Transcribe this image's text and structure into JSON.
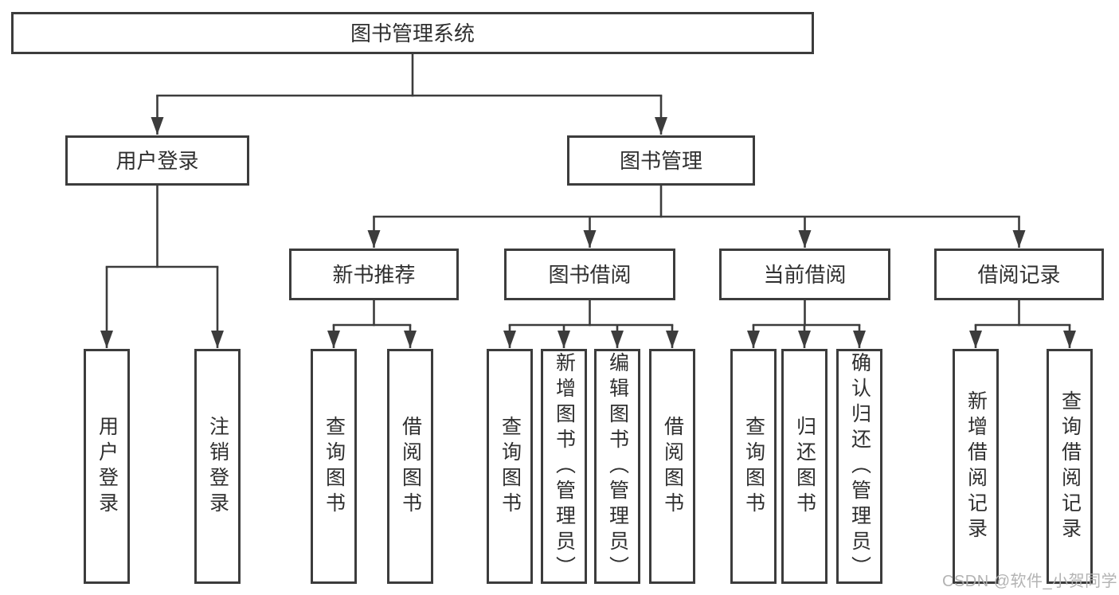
{
  "diagram": {
    "root": {
      "label": "图书管理系统"
    },
    "level2": {
      "user_login": {
        "label": "用户登录"
      },
      "book_management": {
        "label": "图书管理"
      }
    },
    "level3": {
      "new_book_recommend": {
        "label": "新书推荐"
      },
      "book_borrow": {
        "label": "图书借阅"
      },
      "current_borrow": {
        "label": "当前借阅"
      },
      "borrow_records": {
        "label": "借阅记录"
      }
    },
    "leaves": {
      "login_user_login": {
        "label": "用户登录"
      },
      "login_logout": {
        "label": "注销登录"
      },
      "rec_query_books": {
        "label": "查询图书"
      },
      "rec_borrow_books": {
        "label": "借阅图书"
      },
      "bb_query_books": {
        "label": "查询图书"
      },
      "bb_add_books_admin": {
        "label": "新增图书（管理员）"
      },
      "bb_edit_books_admin": {
        "label": "编辑图书（管理员）"
      },
      "bb_borrow_books": {
        "label": "借阅图书"
      },
      "cb_query_books": {
        "label": "查询图书"
      },
      "cb_return_books": {
        "label": "归还图书"
      },
      "cb_confirm_return_admin": {
        "label": "确认归还（管理员）"
      },
      "br_add_record": {
        "label": "新增借阅记录"
      },
      "br_query_record": {
        "label": "查询借阅记录"
      }
    }
  },
  "watermark": {
    "text": "CSDN @软件_小贺同学"
  },
  "colors": {
    "line": "#3c3c3c",
    "text": "#2f2f2f",
    "watermark_text": "#afafaf",
    "background": "#ffffff"
  }
}
